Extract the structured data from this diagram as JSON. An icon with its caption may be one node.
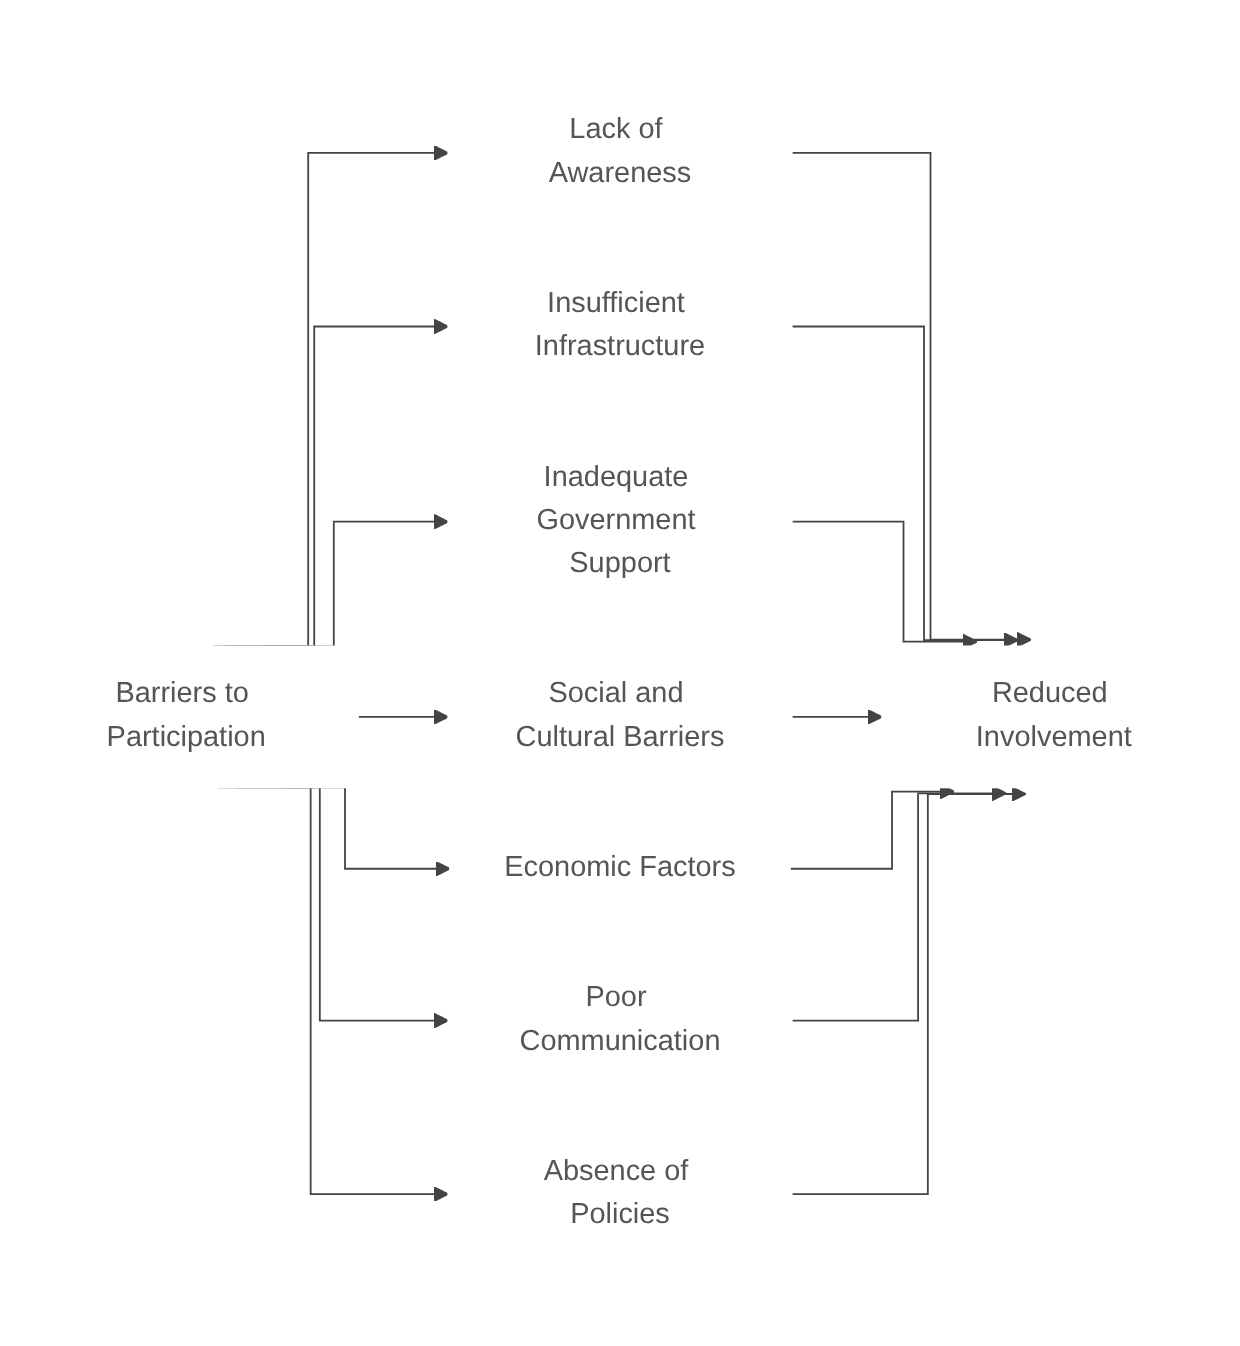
{
  "diagram": {
    "nodes": [
      {
        "text": [
          "Barriers to Participation"
        ]
      },
      {
        "text": [
          "Lack of Awareness"
        ]
      },
      {
        "text": [
          "Insufficient Infrastructure"
        ]
      },
      {
        "text": [
          "Inadequate Government Support"
        ]
      },
      {
        "text": [
          "Social and Cultural Barriers"
        ]
      },
      {
        "text": [
          "Economic Factors"
        ]
      },
      {
        "text": [
          "Poor Communication"
        ]
      },
      {
        "text": [
          "Absence of Policies"
        ]
      },
      {
        "text": [
          "Reduced Involvement"
        ]
      }
    ],
    "edges": [
      {
        "from": 0,
        "to": 1,
        "arrow": "to"
      },
      {
        "from": 0,
        "to": 2,
        "arrow": "to"
      },
      {
        "from": 0,
        "to": 3,
        "arrow": "to"
      },
      {
        "from": 0,
        "to": 4,
        "arrow": "to"
      },
      {
        "from": 0,
        "to": 5,
        "arrow": "to"
      },
      {
        "from": 0,
        "to": 6,
        "arrow": "to"
      },
      {
        "from": 0,
        "to": 7,
        "arrow": "to"
      },
      {
        "from": 1,
        "to": 8,
        "arrow": "to"
      },
      {
        "from": 2,
        "to": 8,
        "arrow": "to"
      },
      {
        "from": 3,
        "to": 8,
        "arrow": "to"
      },
      {
        "from": 4,
        "to": 8,
        "arrow": "to"
      },
      {
        "from": 5,
        "to": 8,
        "arrow": "to"
      },
      {
        "from": 6,
        "to": 8,
        "arrow": "to"
      },
      {
        "from": 7,
        "to": 8,
        "arrow": "to"
      }
    ]
  }
}
